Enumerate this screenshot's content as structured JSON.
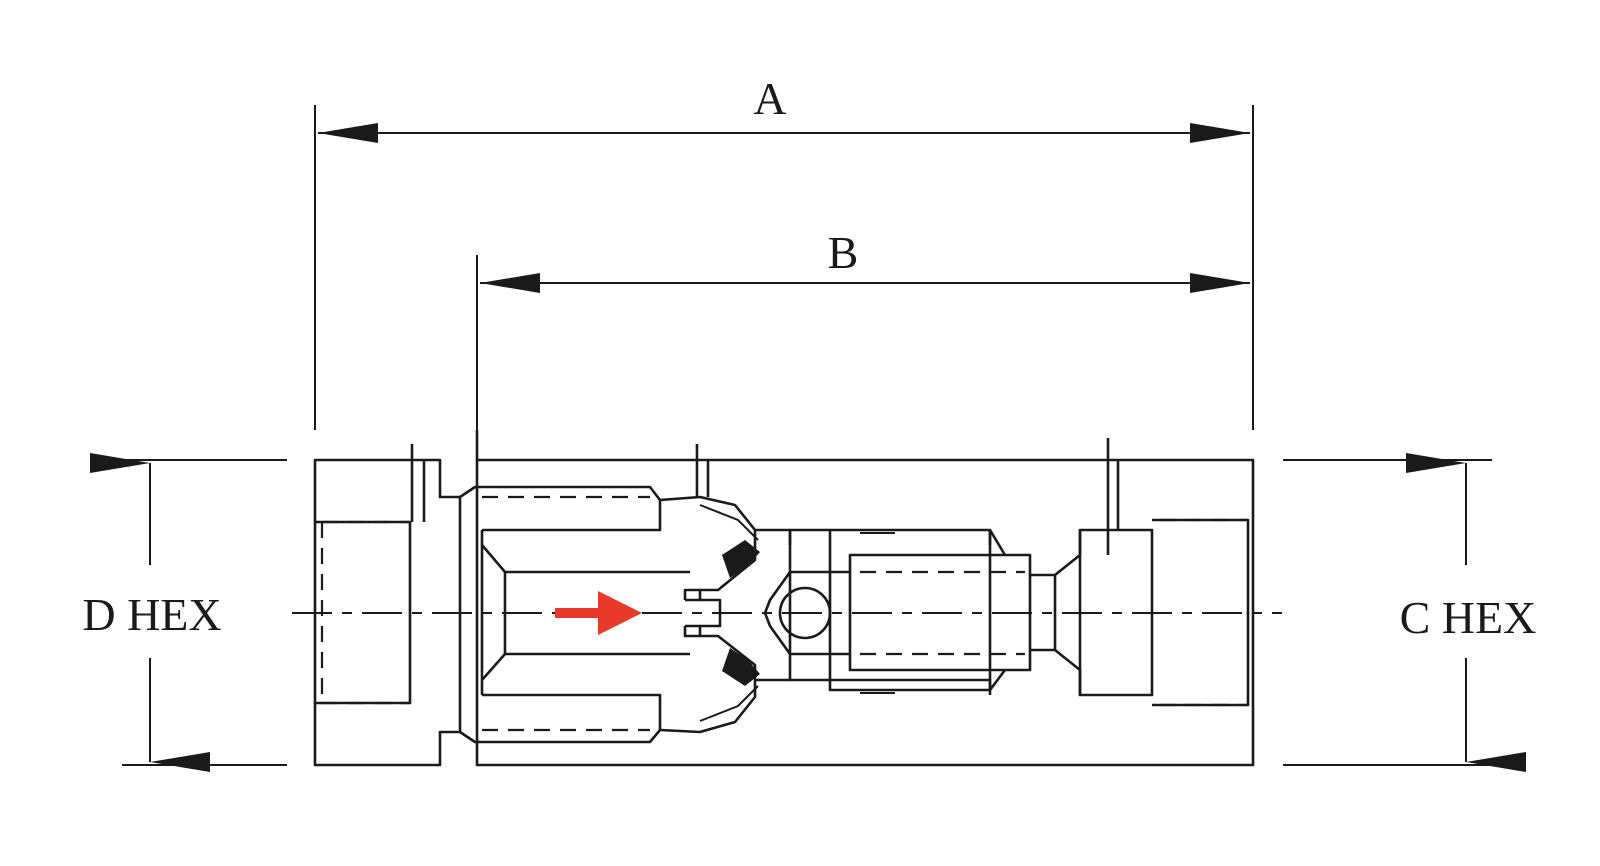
{
  "labels": {
    "dim_a": "A",
    "dim_b": "B",
    "dim_d": "D HEX",
    "dim_c": "C HEX"
  },
  "colors": {
    "line": "#1a1a1a",
    "flow_arrow": "#e8392a",
    "background": "#ffffff"
  },
  "icons": {
    "flow_direction": "flow-arrow-right"
  }
}
